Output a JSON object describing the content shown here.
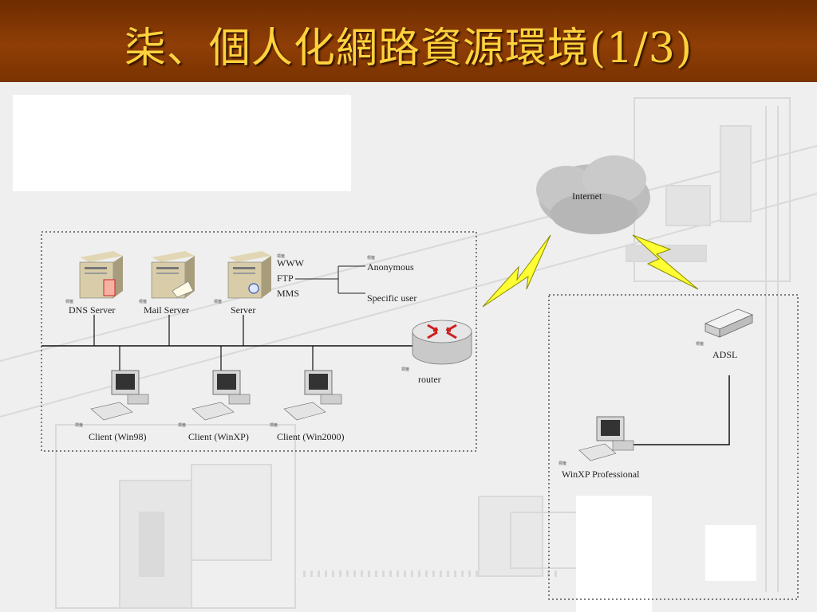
{
  "slide": {
    "title": "柒、個人化網路資源環境(1/3)"
  },
  "diagram": {
    "internet": "Internet",
    "servers": {
      "dns": "DNS Server",
      "mail": "Mail Server",
      "server": "Server"
    },
    "services": {
      "www": "WWW",
      "ftp": "FTP",
      "mms": "MMS"
    },
    "access": {
      "anonymous": "Anonymous",
      "specific": "Specific user"
    },
    "router": "router",
    "clients": {
      "win98": "Client (Win98)",
      "winxp": "Client (WinXP)",
      "win2000": "Client (Win2000)"
    },
    "adsl": "ADSL",
    "home_pc": "WinXP Professional",
    "tiny_tag": "標籤"
  },
  "colors": {
    "title_bar": "#7a3300",
    "title_text": "#ffd23c",
    "lightning": "#ffff33",
    "router": "#cc1f1f"
  }
}
